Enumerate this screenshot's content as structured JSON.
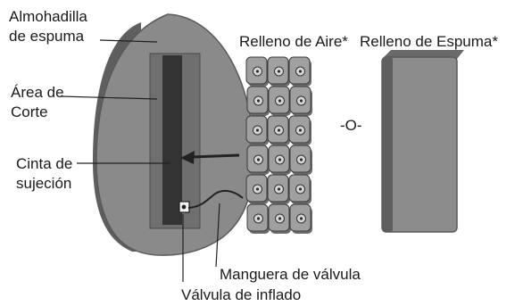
{
  "labels": {
    "foam_pad": [
      "Almohadilla",
      "de espuma"
    ],
    "cut_area": [
      "Área de",
      "Corte"
    ],
    "strap": [
      "Cinta de",
      "sujeción"
    ],
    "air_fill": "Relleno de Aire*",
    "foam_fill": "Relleno de Espuma*",
    "or": "-O-",
    "valve_hose": "Manguera de válvula",
    "inflation_valve": "Válvula de inflado"
  },
  "colors": {
    "pad_fill": "#8a8a8a",
    "pad_edge": "#5e5e5e",
    "cut_area": "#6f6f6f",
    "strap": "#333333",
    "air_cell": "#a0a0a0",
    "foam_block": "#8c8c8c",
    "line": "#222222"
  },
  "air_cells": {
    "rows": 6,
    "cols": 3
  }
}
